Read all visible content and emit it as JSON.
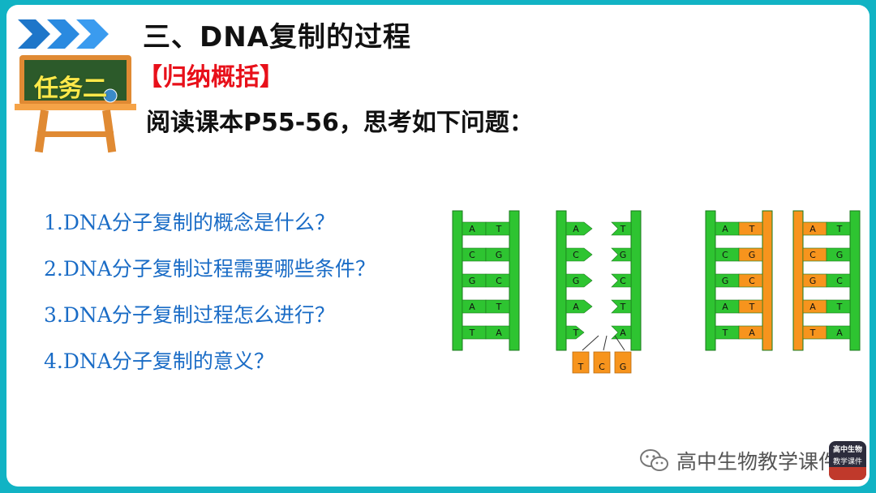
{
  "header": {
    "title": "三、DNA复制的过程",
    "task_label": "任务二",
    "subtitle": "【归纳概括】",
    "instruction": "阅读课本P55-56，思考如下问题："
  },
  "questions": [
    "1.DNA分子复制的概念是什么？",
    "2.DNA分子复制过程需要哪些条件？",
    "3.DNA分子复制过程怎么进行？",
    "4.DNA分子复制的意义？"
  ],
  "diagram": {
    "base_pairs": [
      [
        "A",
        "T"
      ],
      [
        "C",
        "G"
      ],
      [
        "G",
        "C"
      ],
      [
        "A",
        "T"
      ],
      [
        "T",
        "A"
      ]
    ],
    "free_nucleotides": [
      "T",
      "C",
      "G"
    ],
    "colors": {
      "parent": "#2ec431",
      "new": "#f7941d",
      "frame": "#11b3c4"
    }
  },
  "footer": {
    "account": "高中生物教学课件",
    "logo_top": "高中生物",
    "logo_bottom": "教学课件"
  }
}
